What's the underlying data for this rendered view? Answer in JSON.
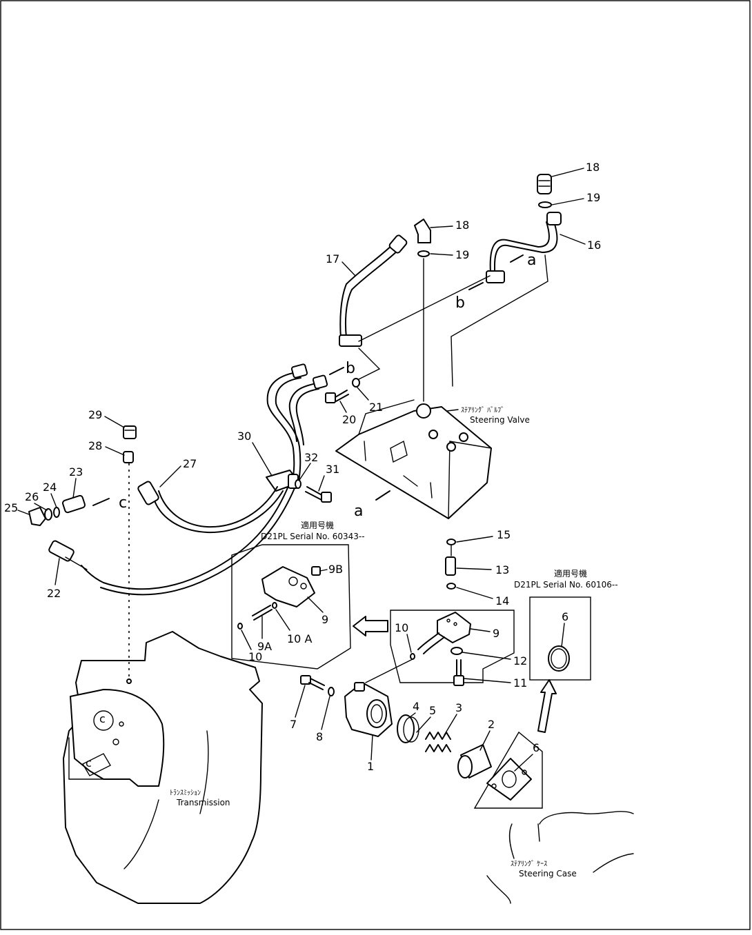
{
  "callouts": {
    "p18a": "18",
    "p19a": "19",
    "p16": "16",
    "p18b": "18",
    "p19b": "19",
    "p17": "17",
    "p21": "21",
    "p20": "20",
    "p29": "29",
    "p28": "28",
    "p27": "27",
    "p30": "30",
    "p32": "32",
    "p31": "31",
    "p23": "23",
    "p24": "24",
    "p26": "26",
    "p25": "25",
    "p22": "22",
    "p15": "15",
    "p13": "13",
    "p14": "14",
    "p9b": "9B",
    "p9": "9",
    "p9a": "9A",
    "p10a": "10 A",
    "p10": "10",
    "p10b": "10",
    "p9c": "9",
    "p12": "12",
    "p11": "11",
    "p6": "6",
    "p6b": "6",
    "p7": "7",
    "p8": "8",
    "p4": "4",
    "p5": "5",
    "p3": "3",
    "p2": "2",
    "p1": "1"
  },
  "letters": {
    "a1": "a",
    "b1": "b",
    "b2": "b",
    "a2": "a",
    "c1": "c",
    "c2": "c",
    "c3": "c"
  },
  "labels": {
    "steering_valve_jp": "ｽﾃｱﾘﾝｸﾞ ﾊﾞﾙﾌﾞ",
    "steering_valve_en": "Steering Valve",
    "transmission_jp": "ﾄﾗﾝｽﾐｯｼｮﾝ",
    "transmission_en": "Transmission",
    "steering_case_jp": "ｽﾃｱﾘﾝｸﾞ ｹｰｽ",
    "steering_case_en": "Steering Case"
  },
  "serials": {
    "box1_title": "適用号機",
    "box1_serial": "D21PL  Serial  No. 60343--",
    "box2_title": "適用号機",
    "box2_serial": "D21PL  Serial  No. 60106--"
  }
}
